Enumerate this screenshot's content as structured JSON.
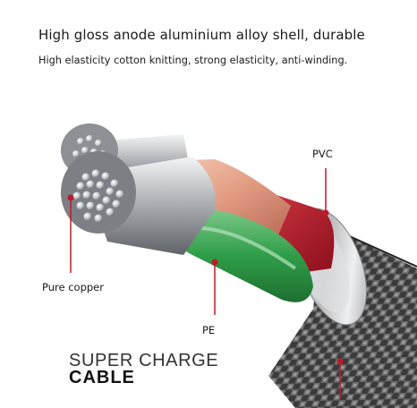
{
  "header": {
    "headline": "High gloss anode aluminium alloy shell, durable",
    "subline": "High elasticity cotton knitting, strong elasticity, anti-winding."
  },
  "labels": {
    "pvc": "PVC",
    "pure_copper": "Pure copper",
    "pe": "PE"
  },
  "brand": {
    "line1": "SUPER CHARGE",
    "line2": "CABLE"
  },
  "colors": {
    "accent_red": "#c0192b",
    "insulation_green": "#2f9e48",
    "insulation_red": "#c0172a",
    "insulation_pink": "#e7a98f",
    "braid_dark": "#3b3b3b",
    "metal_ring": "#c9cccf"
  }
}
